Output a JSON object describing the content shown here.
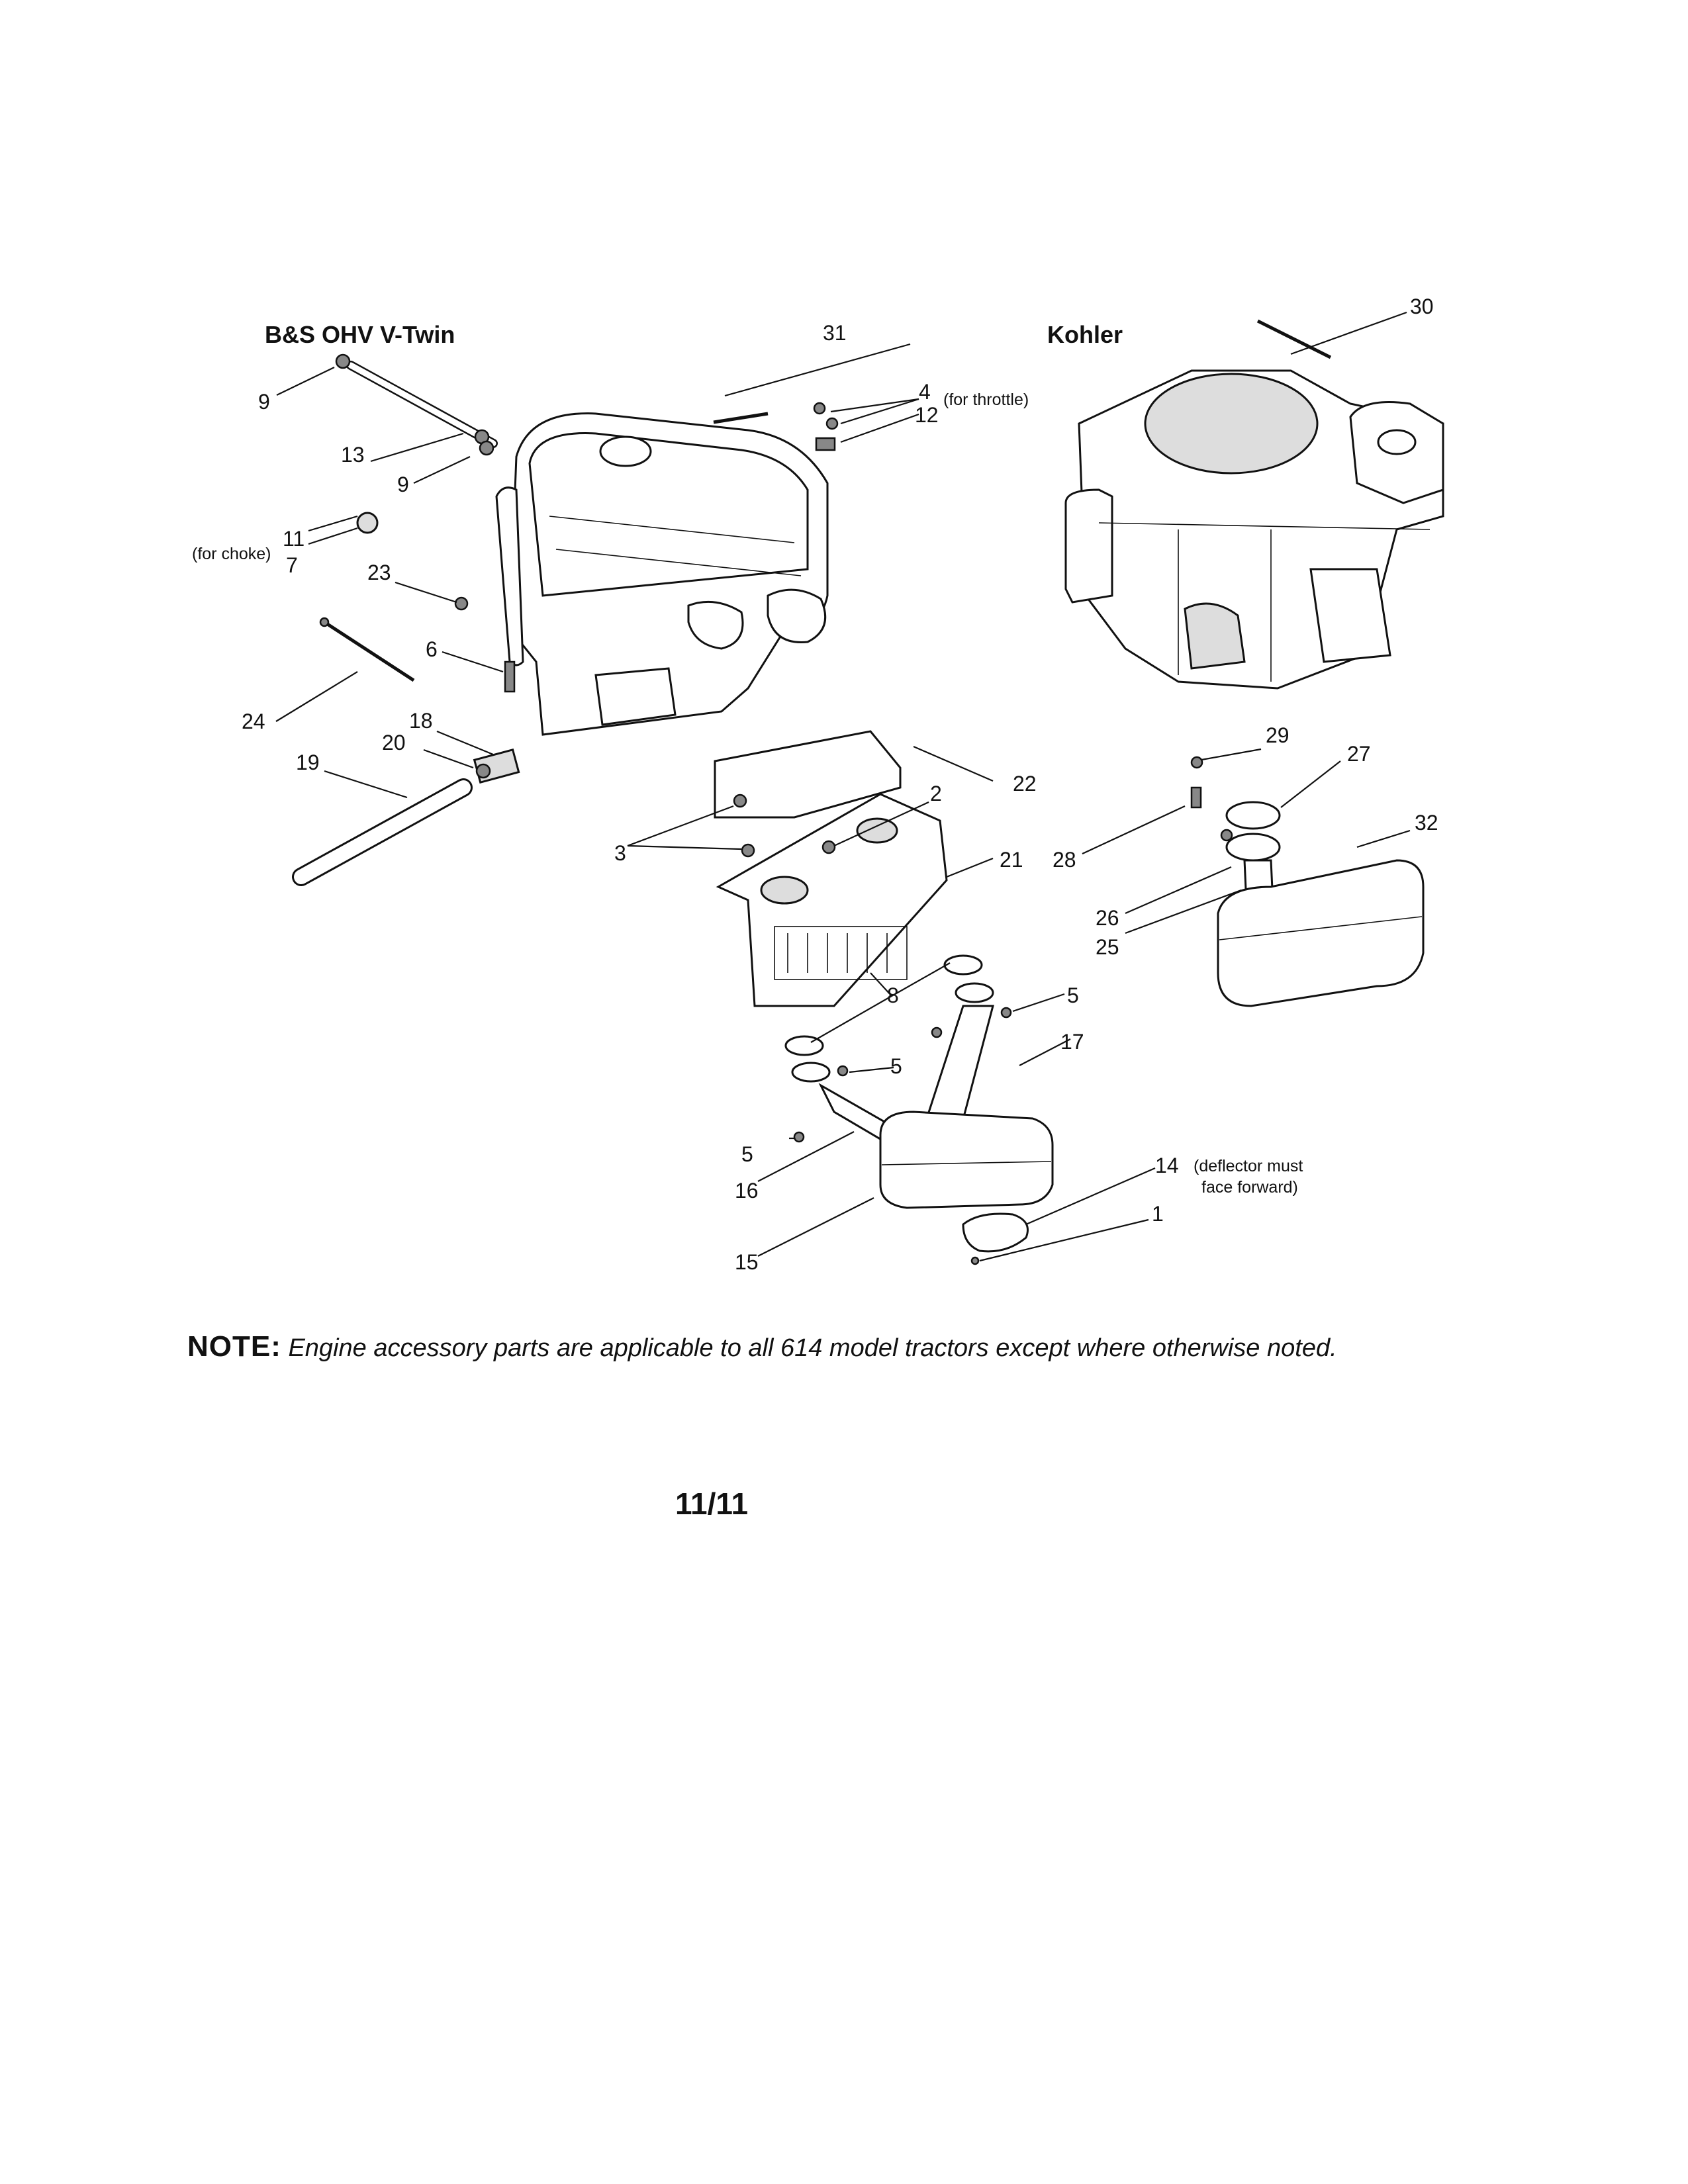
{
  "headers": {
    "left": "B&S OHV V-Twin",
    "right": "Kohler"
  },
  "callouts": {
    "c1": "1",
    "c2": "2",
    "c3": "3",
    "c4": "4",
    "c5a": "5",
    "c5b": "5",
    "c5c": "5",
    "c6": "6",
    "c7": "7",
    "c8": "8",
    "c9a": "9",
    "c9b": "9",
    "c11": "11",
    "c12": "12",
    "c13": "13",
    "c14": "14",
    "c15": "15",
    "c16": "16",
    "c17": "17",
    "c18": "18",
    "c19": "19",
    "c20": "20",
    "c21": "21",
    "c22": "22",
    "c23": "23",
    "c24": "24",
    "c25": "25",
    "c26": "26",
    "c27": "27",
    "c28": "28",
    "c29": "29",
    "c30": "30",
    "c31": "31",
    "c32": "32"
  },
  "qualifiers": {
    "throttle": "(for throttle)",
    "choke": "(for choke)",
    "deflector_line1": "(deflector must",
    "deflector_line2": "face forward)"
  },
  "note": {
    "label": "NOTE:",
    "text": "Engine accessory parts are applicable to all 614 model tractors except where otherwise noted."
  },
  "page_number": "11/11"
}
